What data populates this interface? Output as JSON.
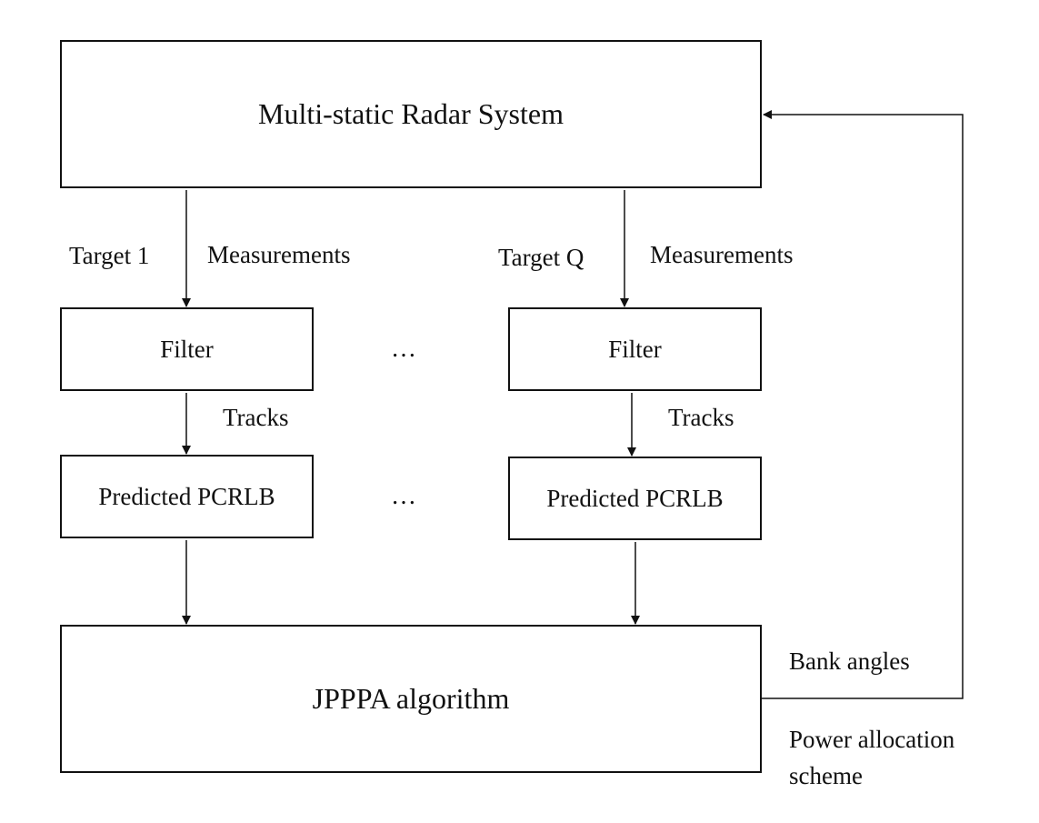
{
  "boxes": {
    "radar": "Multi-static Radar System",
    "filter_1": "Filter",
    "filter_q": "Filter",
    "pcrlb_1": "Predicted PCRLB",
    "pcrlb_q": "Predicted PCRLB",
    "jpppa": "JPPPA algorithm"
  },
  "labels": {
    "target_1": "Target 1",
    "measurements_1": "Measurements",
    "target_q": "Target Q",
    "measurements_q": "Measurements",
    "tracks_1": "Tracks",
    "tracks_q": "Tracks",
    "bank_angles": "Bank angles",
    "power_allocation_line1": "Power allocation",
    "power_allocation_line2": "scheme"
  },
  "ellipsis": {
    "filter_row": "…",
    "pcrlb_row": "…"
  }
}
